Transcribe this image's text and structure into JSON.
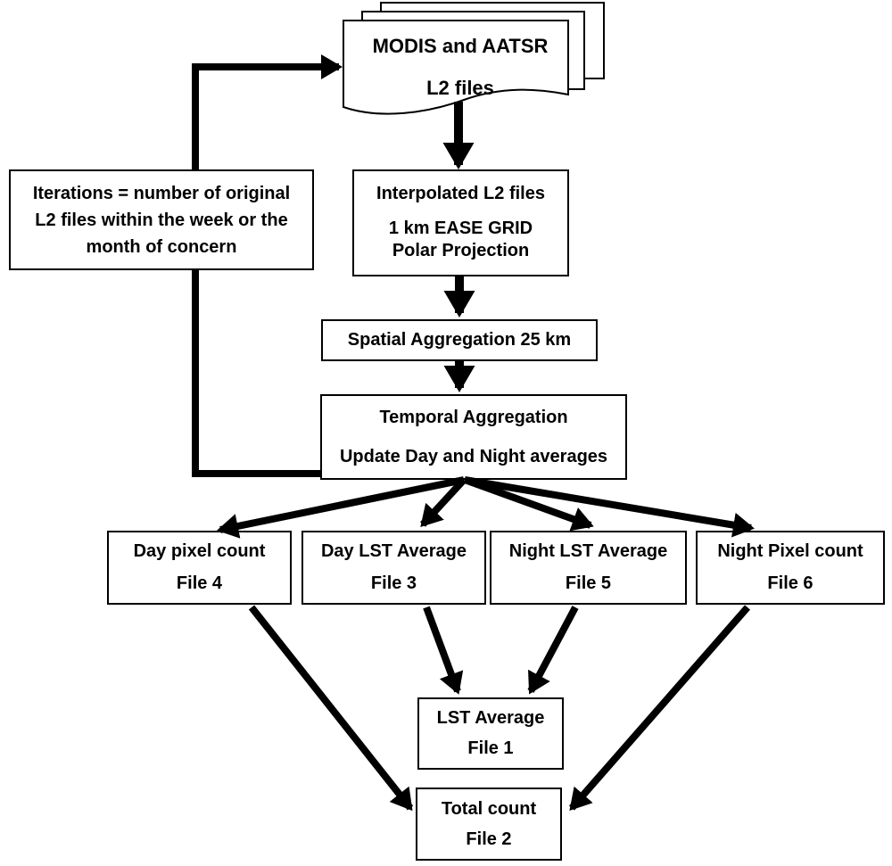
{
  "diagram": {
    "title_hint": "LST aggregation processing flowchart",
    "colors": {
      "ink": "#000000",
      "paper": "#ffffff"
    },
    "nodes": {
      "source_files": {
        "line1": "MODIS and AATSR",
        "line2": "L2 files"
      },
      "iterations_note": {
        "line1": "Iterations = number of original",
        "line2": "L2 files within the week or the",
        "line3": "month of concern"
      },
      "interpolated": {
        "line1": "Interpolated L2 files",
        "line2": "1 km EASE GRID",
        "line3": "Polar Projection"
      },
      "spatial_aggregation": {
        "line1": "Spatial Aggregation 25 km"
      },
      "temporal_aggregation": {
        "line1": "Temporal Aggregation",
        "line2": "Update Day and Night averages"
      },
      "day_pixel_count": {
        "line1": "Day pixel count",
        "line2": "File 4"
      },
      "day_lst_average": {
        "line1": "Day LST Average",
        "line2": "File 3"
      },
      "night_lst_average": {
        "line1": "Night LST Average",
        "line2": "File 5"
      },
      "night_pixel_count": {
        "line1": "Night Pixel count",
        "line2": "File 6"
      },
      "lst_average": {
        "line1": "LST Average",
        "line2": "File 1"
      },
      "total_count": {
        "line1": "Total count",
        "line2": "File 2"
      }
    }
  }
}
